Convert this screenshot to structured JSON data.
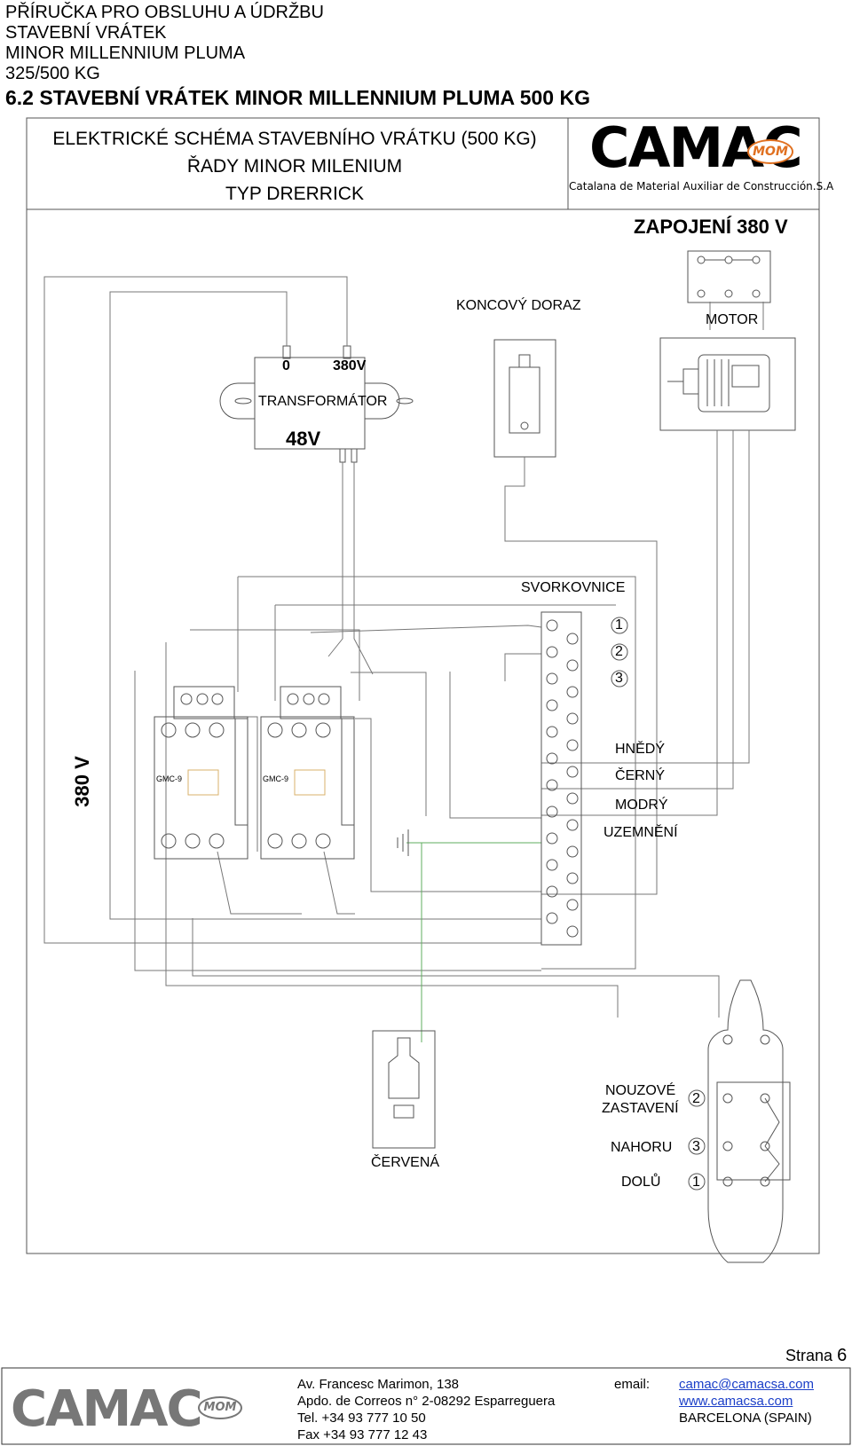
{
  "header": {
    "lines": [
      "PŘÍRUČKA PRO OBSLUHU A ÚDRŽBU",
      "STAVEBNÍ VRÁTEK",
      "MINOR MILLENNIUM PLUMA",
      " 325/500 KG"
    ],
    "section_title": "6.2   STAVEBNÍ VRÁTEK MINOR MILLENNIUM PLUMA 500 KG"
  },
  "diagram": {
    "title_lines": [
      "ELEKTRICKÉ SCHÉMA STAVEBNÍHO VRÁTKU (500 KG)",
      "ŘADY MINOR MILENIUM",
      "TYP DRERRICK"
    ],
    "logo_text": "CAMAC",
    "logo_badge": "MOM",
    "logo_caption": "Catalana de Material Auxiliar de Construcción.S.A",
    "connection_title": "ZAPOJENÍ 380 V",
    "koncovy_doraz": "KONCOVÝ DORAZ",
    "motor": "MOTOR",
    "transformer": {
      "in0": "0",
      "in380": "380V",
      "label": "TRANSFORMÁTOR",
      "out": "48V"
    },
    "terminal_block": "SVORKOVNICE",
    "terminal_numbers": [
      "1",
      "2",
      "3"
    ],
    "wire_colors": [
      "HNĚDÝ",
      "ČERNÝ",
      "MODRÝ",
      "UZEMNĚNÍ"
    ],
    "voltage_side": "380 V",
    "contactor_model": "GMC-9",
    "plug": "ČERVENÁ",
    "pendant": {
      "emergency_line1": "NOUZOVÉ",
      "emergency_line2": "ZASTAVENÍ",
      "emergency_num": "2",
      "up": "NAHORU",
      "up_num": "3",
      "down": "DOLŮ",
      "down_num": "1"
    }
  },
  "page": {
    "label": "Strana",
    "number": "6"
  },
  "footer": {
    "logo_text": "CAMAC",
    "logo_badge": "MOM",
    "address1": "Av. Francesc Marimon, 138",
    "address2": "Apdo. de Correos n° 2-08292 Esparreguera",
    "tel": "Tel. +34 93 777 10 50",
    "fax": "Fax +34 93 777 12 43",
    "email_label": "email:",
    "email": "camac@camacsa.com",
    "web": "www.camacsa.com",
    "city": "BARCELONA (SPAIN)",
    "colors": {
      "accent": "#e07020",
      "link": "#1a3ec8"
    }
  }
}
